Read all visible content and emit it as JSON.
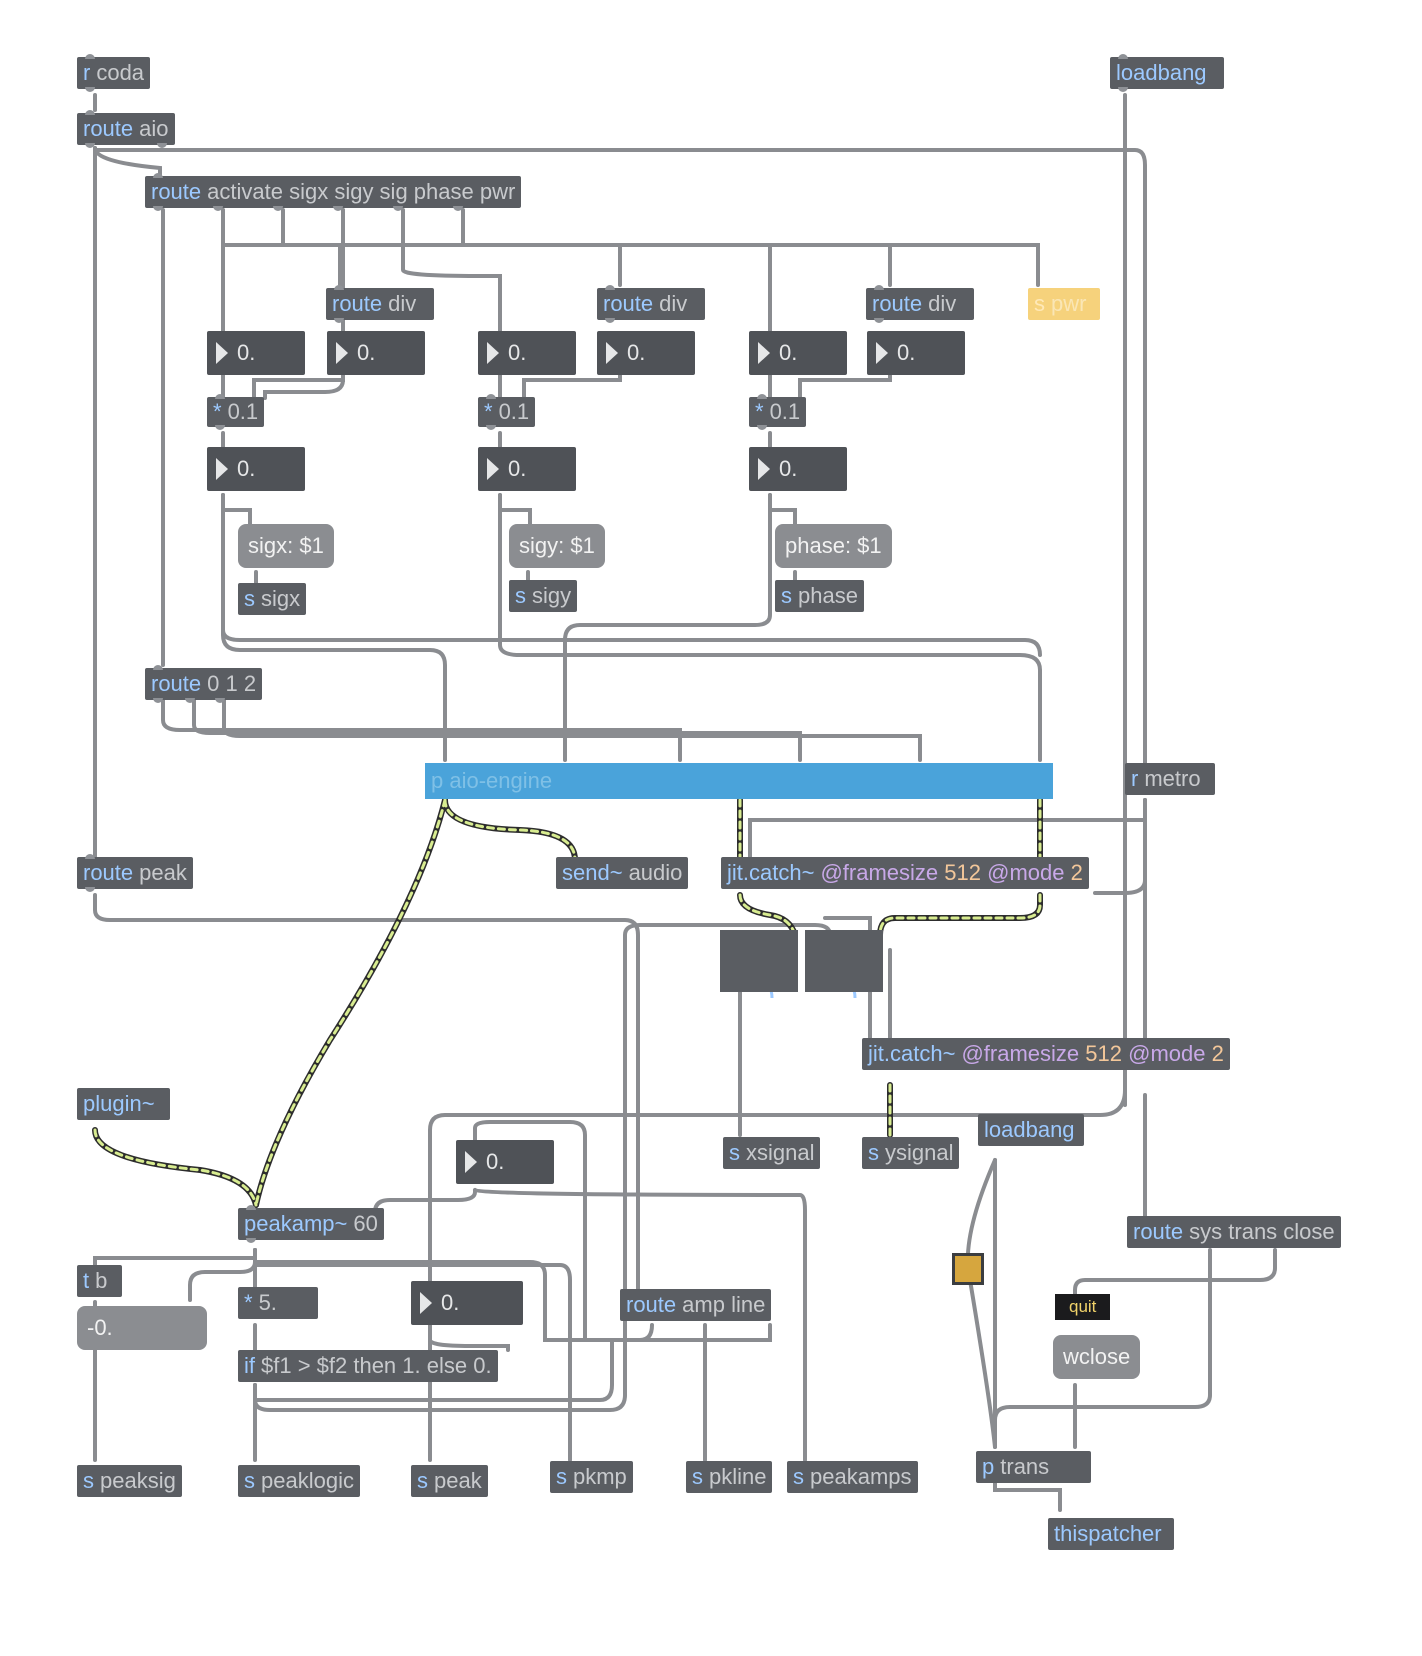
{
  "objects": {
    "r_coda": {
      "k": "r",
      "rest": "coda"
    },
    "route_aio": {
      "k": "route",
      "rest": "aio"
    },
    "loadbang_top": {
      "k": "loadbang",
      "rest": ""
    },
    "route_main": {
      "k": "route",
      "rest": "activate sigx sigy sig phase pwr"
    },
    "route_div_1": {
      "k": "route",
      "rest": "div"
    },
    "route_div_2": {
      "k": "route",
      "rest": "div"
    },
    "route_div_3": {
      "k": "route",
      "rest": "div"
    },
    "s_pwr": {
      "k": "s",
      "rest": "pwr"
    },
    "mul_1": {
      "k": "*",
      "rest": "0.1"
    },
    "mul_2": {
      "k": "*",
      "rest": "0.1"
    },
    "mul_3": {
      "k": "*",
      "rest": "0.1"
    },
    "s_sigx": {
      "k": "s",
      "rest": "sigx"
    },
    "s_sigy": {
      "k": "s",
      "rest": "sigy"
    },
    "s_phase": {
      "k": "s",
      "rest": "phase"
    },
    "route_012": {
      "k": "route",
      "rest": "0 1 2"
    },
    "p_engine": {
      "k": "p",
      "rest": "aio-engine"
    },
    "r_metro": {
      "k": "r",
      "rest": "metro"
    },
    "route_peak": {
      "k": "route",
      "rest": "peak"
    },
    "send_audio": {
      "k": "send~",
      "rest": "audio"
    },
    "plugin": {
      "k": "plugin~",
      "rest": ""
    },
    "peakamp": {
      "k": "peakamp~",
      "rest": "60"
    },
    "t_b": {
      "k": "t",
      "rest": "b"
    },
    "mul_5": {
      "k": "*",
      "rest": "5."
    },
    "if_obj": {
      "k": "if",
      "rest": "$f1 > $f2 then 1. else 0."
    },
    "route_amp": {
      "k": "route",
      "rest": "amp line"
    },
    "s_xsignal": {
      "k": "s",
      "rest": "xsignal"
    },
    "s_ysignal": {
      "k": "s",
      "rest": "ysignal"
    },
    "loadbang_bottom": {
      "k": "loadbang",
      "rest": ""
    },
    "route_sys": {
      "k": "route",
      "rest": "sys trans close"
    },
    "s_peaksig": {
      "k": "s",
      "rest": "peaksig"
    },
    "s_peaklogic": {
      "k": "s",
      "rest": "peaklogic"
    },
    "s_peak": {
      "k": "s",
      "rest": "peak"
    },
    "s_pkmp": {
      "k": "s",
      "rest": "pkmp"
    },
    "s_pkline": {
      "k": "s",
      "rest": "pkline"
    },
    "s_peakamps": {
      "k": "s",
      "rest": "peakamps"
    },
    "p_trans": {
      "k": "p",
      "rest": "trans"
    },
    "thispatcher": {
      "k": "thispatcher",
      "rest": ""
    }
  },
  "jitcatch_1": {
    "k": "jit.catch~",
    "a1": "@framesize",
    "v1": "512",
    "a2": "@mode",
    "v2": "2"
  },
  "jitcatch_2": {
    "k": "jit.catch~",
    "a1": "@framesize",
    "v1": "512",
    "a2": "@mode",
    "v2": "2"
  },
  "numboxes": [
    "0.",
    "0.",
    "0.",
    "0.",
    "0.",
    "0.",
    "0.",
    "0.",
    "0.",
    "0.",
    "0."
  ],
  "messages": {
    "sigx": "sigx: $1",
    "sigy": "sigy: $1",
    "phase": "phase: $1",
    "neg0": "-0.",
    "wclose": "wclose"
  },
  "quit_label": "quit",
  "colors": {
    "object_bg": "#5a5d62",
    "keyword": "#9cc9ff",
    "engine": "#4aa3da",
    "signal_wire": "#d8ec90",
    "toggle": "#d6a63e"
  }
}
